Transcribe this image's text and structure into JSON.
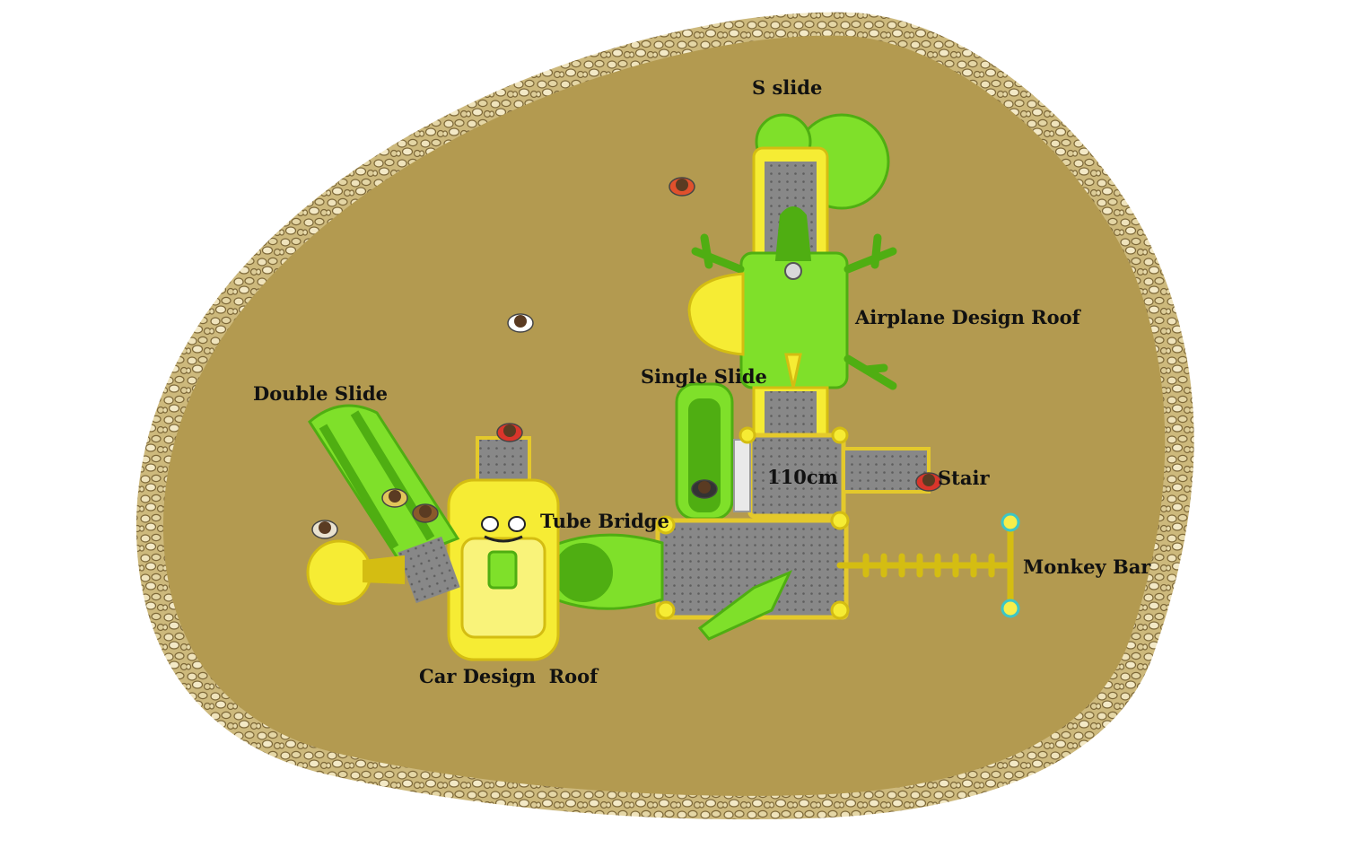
{
  "colors": {
    "ground": "#b39a50",
    "border": "#d8c78c",
    "pebble": "#eadcae",
    "pebble_dark": "#8a7443",
    "green": "#7fe02a",
    "green_dark": "#4fae12",
    "yellow": "#f6ec34",
    "yellow_dark": "#d4bd12",
    "deck": "#858585",
    "deck_dark": "#6a6a6a"
  },
  "labels": {
    "s_slide": "S slide",
    "airplane_roof": "Airplane Design Roof",
    "single_slide": "Single Slide",
    "double_slide": "Double Slide",
    "stair": "Stair",
    "height": "110cm",
    "tube_bridge": "Tube Bridge",
    "monkey_bar": "Monkey Bar",
    "car_roof": "Car Design  Roof"
  }
}
